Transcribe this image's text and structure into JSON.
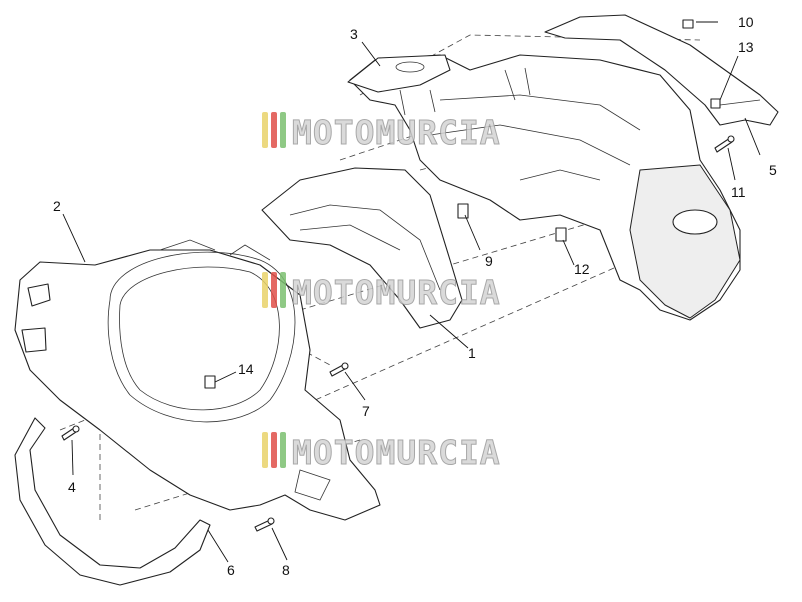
{
  "diagram": {
    "callouts": [
      {
        "id": "c1",
        "label": "1"
      },
      {
        "id": "c2",
        "label": "2"
      },
      {
        "id": "c3",
        "label": "3"
      },
      {
        "id": "c4",
        "label": "4"
      },
      {
        "id": "c5",
        "label": "5"
      },
      {
        "id": "c6",
        "label": "6"
      },
      {
        "id": "c7",
        "label": "7"
      },
      {
        "id": "c8",
        "label": "8"
      },
      {
        "id": "c9",
        "label": "9"
      },
      {
        "id": "c10",
        "label": "10"
      },
      {
        "id": "c11",
        "label": "11"
      },
      {
        "id": "c12",
        "label": "12"
      },
      {
        "id": "c13",
        "label": "13"
      },
      {
        "id": "c14",
        "label": "14"
      }
    ]
  },
  "watermark": {
    "text": "MOTOMURCIA",
    "stripe_colors": [
      "#e9d36a",
      "#e0504a",
      "#7cc070"
    ]
  }
}
